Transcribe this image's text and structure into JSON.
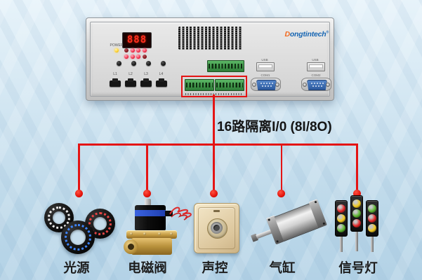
{
  "panel": {
    "brand": {
      "first_letter": "D",
      "rest": "ongtintech",
      "registered": "®"
    },
    "display_value": "888",
    "power_label": "POWER",
    "switch_labels": [
      "L1",
      "L2",
      "L3",
      "L4"
    ],
    "usb_labels": [
      "USB",
      "USB"
    ],
    "com_labels": [
      "COM1",
      "COM2"
    ],
    "indicator_leds": [
      [
        "dim",
        "lit",
        "lit",
        "lit"
      ],
      [
        "lit",
        "lit",
        "lit",
        "dim"
      ]
    ]
  },
  "annotation": {
    "io_label": "16路隔离I/0 (8I/8O)"
  },
  "peripherals": [
    {
      "id": "light-source",
      "label": "光源"
    },
    {
      "id": "solenoid-valve",
      "label": "电磁阀"
    },
    {
      "id": "sound-control",
      "label": "声控"
    },
    {
      "id": "air-cylinder",
      "label": "气缸"
    },
    {
      "id": "signal-lights",
      "label": "信号灯"
    }
  ],
  "ring_lights": [
    "white",
    "red",
    "blue"
  ],
  "signal_towers": [
    [
      "red",
      "yellow",
      "green"
    ],
    [
      "yellow",
      "green",
      "red"
    ],
    [
      "green",
      "red",
      "yellow"
    ]
  ],
  "colors": {
    "accent_red": "#e41414",
    "brand_orange": "#f26b21",
    "brand_blue": "#1766b3",
    "led_display_red": "#ff3020",
    "signal_palette": {
      "red": "#e02424",
      "yellow": "#f2c91e",
      "green": "#5cb52e"
    },
    "ring_palette": {
      "white": "#ededed",
      "red": "#e84545",
      "blue": "#3f86ff"
    }
  }
}
